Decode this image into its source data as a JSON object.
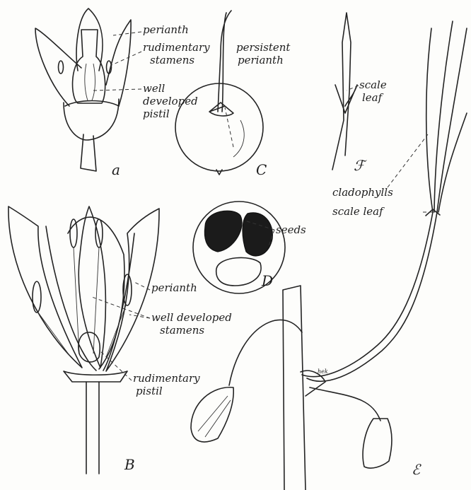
{
  "figures": {
    "a": {
      "letter": "a",
      "labels": {
        "perianth": "perianth",
        "rudimentary_stamens_1": "rudimentary",
        "rudimentary_stamens_2": "stamens",
        "well_developed_pistil_1": "well",
        "well_developed_pistil_2": "developed",
        "well_developed_pistil_3": "pistil"
      }
    },
    "c": {
      "letter": "C",
      "labels": {
        "persistent_perianth_1": "persistent",
        "persistent_perianth_2": "perianth"
      }
    },
    "f": {
      "letter": "ℱ",
      "labels": {
        "scale_leaf_1": "scale",
        "scale_leaf_2": "leaf"
      }
    },
    "b": {
      "letter": "B",
      "labels": {
        "perianth": "perianth",
        "well_developed_stamens_1": "well developed",
        "well_developed_stamens_2": "stamens",
        "rudimentary_pistil_1": "rudimentary",
        "rudimentary_pistil_2": "pistil"
      }
    },
    "d": {
      "letter": "D",
      "labels": {
        "seeds": "seeds"
      }
    },
    "e": {
      "letter": "ℰ",
      "labels": {
        "cladophylls": "cladophylls",
        "scale_leaf": "scale leaf"
      }
    }
  },
  "signature": "hek"
}
